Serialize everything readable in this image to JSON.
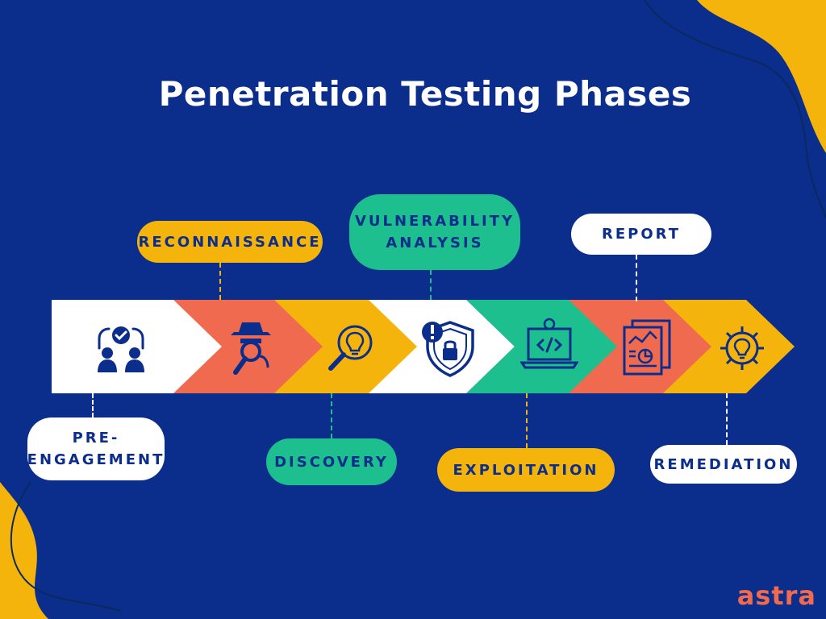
{
  "title": "Penetration Testing Phases",
  "brand": "astra",
  "colors": {
    "background": "#0b2d8c",
    "white": "#ffffff",
    "coral": "#ef6a4f",
    "yellow": "#f5b40b",
    "green": "#1dbf8f",
    "navy": "#0b2d8c"
  },
  "phases": [
    {
      "label": "PRE-ENGAGEMENT",
      "lines": [
        "PRE-",
        "ENGAGEMENT"
      ],
      "icon": "handshake-check-icon",
      "color": "white"
    },
    {
      "label": "RECONNAISSANCE",
      "icon": "spy-magnifier-icon",
      "color": "coral"
    },
    {
      "label": "DISCOVERY",
      "icon": "magnifier-bulb-icon",
      "color": "yellow"
    },
    {
      "label": "VULNERABILITY ANALYSIS",
      "lines": [
        "VULNERABILITY",
        "ANALYSIS"
      ],
      "icon": "shield-lock-alert-icon",
      "color": "white"
    },
    {
      "label": "EXPLOITATION",
      "icon": "laptop-code-icon",
      "color": "green"
    },
    {
      "label": "REPORT",
      "icon": "report-document-icon",
      "color": "coral"
    },
    {
      "label": "REMEDIATION",
      "icon": "gear-bulb-icon",
      "color": "yellow"
    }
  ]
}
